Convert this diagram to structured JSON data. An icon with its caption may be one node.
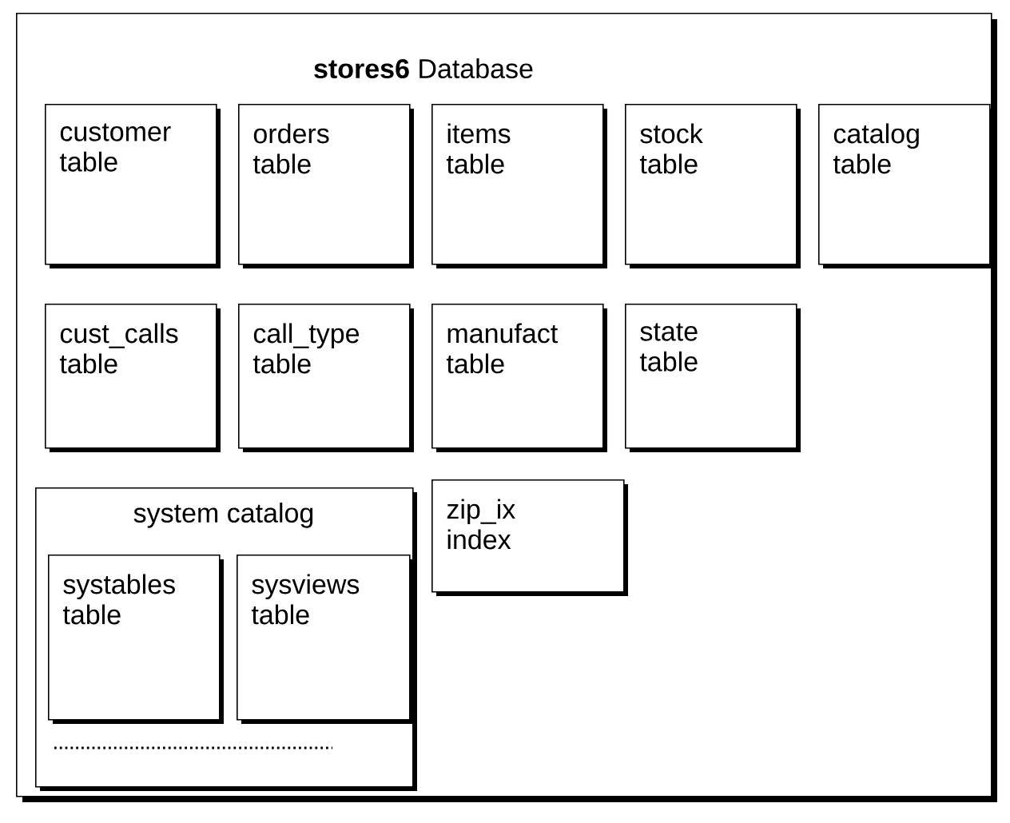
{
  "diagram": {
    "nodes": [
      {
        "text": [
          "**stores6** Database"
        ]
      },
      {
        "text": [
          "customer table"
        ],
        "in": 0
      },
      {
        "text": [
          "orders table"
        ],
        "in": 0
      },
      {
        "text": [
          "items table"
        ],
        "in": 0
      },
      {
        "text": [
          "stock table"
        ],
        "in": 0
      },
      {
        "text": [
          "catalog table"
        ],
        "in": 0
      },
      {
        "text": [
          "cust_calls table"
        ],
        "in": 0
      },
      {
        "text": [
          "call_type table"
        ],
        "in": 0
      },
      {
        "text": [
          "manufact table"
        ],
        "in": 0
      },
      {
        "text": [
          "state table"
        ],
        "in": 0
      },
      {
        "text": [
          "system catalog"
        ],
        "in": 0
      },
      {
        "text": [
          "systables table"
        ],
        "in": 10
      },
      {
        "text": [
          "sysviews table"
        ],
        "in": 10
      },
      {
        "text": [
          "zip_ix index"
        ],
        "in": 0
      }
    ]
  }
}
